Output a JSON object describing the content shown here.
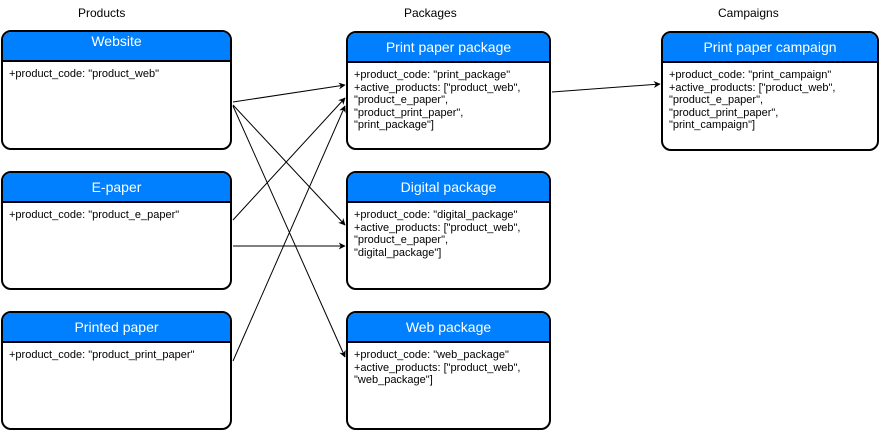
{
  "columns": {
    "products": "Products",
    "packages": "Packages",
    "campaigns": "Campaigns"
  },
  "nodes": {
    "website": {
      "title": "Website",
      "lines": [
        "+product_code: \"product_web\""
      ]
    },
    "epaper": {
      "title": "E-paper",
      "lines": [
        "+product_code: \"product_e_paper\""
      ]
    },
    "printed": {
      "title": "Printed paper",
      "lines": [
        "+product_code: \"product_print_paper\""
      ]
    },
    "print_pkg": {
      "title": "Print paper package",
      "lines": [
        "+product_code: \"print_package\"",
        "+active_products: [\"product_web\",",
        "\"product_e_paper\",",
        "\"product_print_paper\",",
        "\"print_package\"]"
      ]
    },
    "digital_pkg": {
      "title": "Digital package",
      "lines": [
        "+product_code: \"digital_package\"",
        "+active_products: [\"product_web\",",
        "\"product_e_paper\",",
        "\"digital_package\"]"
      ]
    },
    "web_pkg": {
      "title": "Web package",
      "lines": [
        "+product_code: \"web_package\"",
        "+active_products: [\"product_web\",",
        "\"web_package\"]"
      ]
    },
    "print_campaign": {
      "title": "Print paper campaign",
      "lines": [
        "+product_code: \"print_campaign\"",
        "+active_products: [\"product_web\",",
        "\"product_e_paper\",",
        "\"product_print_paper\",",
        "\"print_campaign\"]"
      ]
    }
  },
  "colors": {
    "header": "#007fff",
    "border": "#000000",
    "edge": "#000000"
  }
}
